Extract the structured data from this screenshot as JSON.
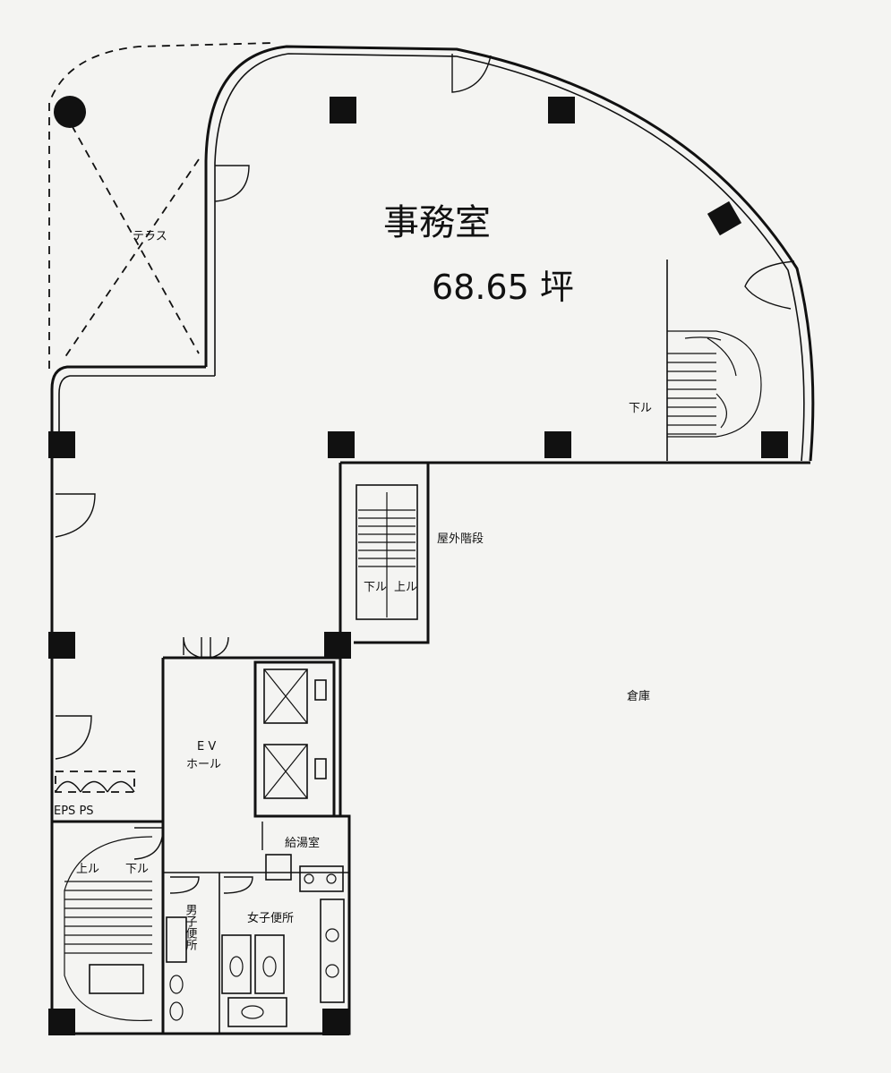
{
  "rooms": {
    "office_name": "事務室",
    "office_area": "68.65 坪",
    "ev_hall_line1": "E V",
    "ev_hall_line2": "ホール",
    "eps_ps": "EPS PS",
    "storage": "倉庫",
    "kitchen": "給湯室",
    "womens_wc": "女子便所",
    "mens_wc": "男子便所",
    "emergency_stair": "屋外階段",
    "terrace": "テラス"
  },
  "stairs": {
    "down_main": "下ル",
    "down_core": "下ル",
    "up_core": "上ル",
    "down_lower": "下ル",
    "up_lower": "上ル"
  },
  "colors": {
    "line": "#111111",
    "paper": "#f4f4f2"
  }
}
